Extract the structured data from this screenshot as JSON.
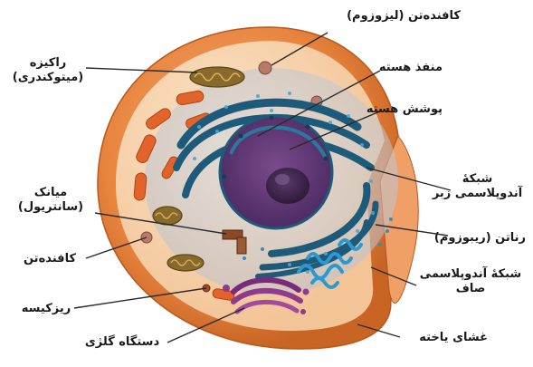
{
  "labels": {
    "lysosome_top": "کافنده‌تن (لیزوزوم)",
    "mito_line1": "راکیزه",
    "mito_line2": "(میتوکندری)",
    "nuclear_pore": "منفذ هسته",
    "nuclear_envelope": "پوشش هسته",
    "rough_er_line1": "شبکهٔ",
    "rough_er_line2": "آندوپلاسمی زبر",
    "centriole_line1": "میانک",
    "centriole_line2": "(سانتریول)",
    "ribosome": "رناتن (ریبوزوم)",
    "lysosome_left": "کافنده‌تن",
    "smooth_er_line1": "شبکهٔ آندوپلاسمی",
    "smooth_er_line2": "صاف",
    "vesicle": "ریزکیسه",
    "golgi": "دستگاه گلژی",
    "membrane": "غشای یاخته"
  }
}
